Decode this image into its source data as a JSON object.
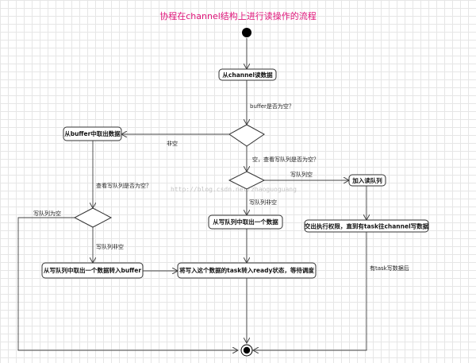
{
  "title": "协程在channel结构上进行读操作的流程",
  "nodes": {
    "read_from_channel": "从channel读数据",
    "take_from_buffer": "从buffer中取出数据",
    "take_from_write_queue": "从写队列中取出一个数据",
    "join_read_queue": "加入读队列",
    "move_to_buffer": "从写队列中取出一个数据转入buffer",
    "put_ready": "将写入这个数据的task转入ready状态，等待调度",
    "yield_control": "交出执行权限，直到有task往channel写数据"
  },
  "edge_labels": {
    "buffer_empty_q": "buffer是否为空？",
    "not_empty": "非空",
    "empty_check_writeq": "空，查看写队列是否为空？",
    "writeq_empty": "写队列空",
    "writeq_not_empty": "写队列非空",
    "check_writeq": "查看写队列是否为空？",
    "writeq_empty2": "写队列为空",
    "writeq_not_empty2": "写队列非空",
    "after_task_write": "有task写数据后"
  },
  "watermark": "http://blog.csdn.net/zhaoguoguang"
}
